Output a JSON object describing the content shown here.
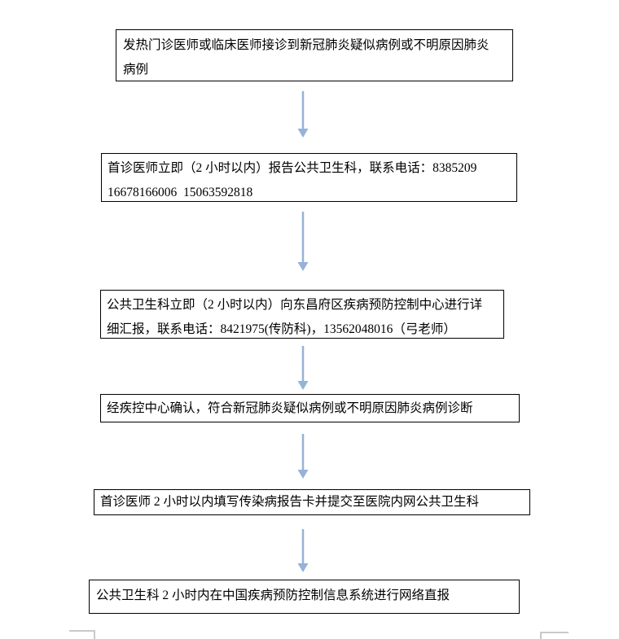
{
  "document": {
    "type": "flowchart",
    "title_hint": "新冠肺炎疑似病例报告流程",
    "colors": {
      "page_background": "#ffffff",
      "box_border": "#000000",
      "text": "#000000",
      "arrow": "#95b3d7",
      "margin_mark": "#c9c9c9"
    },
    "flow_steps": [
      {
        "lines": [
          "发热门诊医师或临床医师接诊到新冠肺炎疑似病例或不明原因肺炎",
          "病例"
        ]
      },
      {
        "lines": [
          "首诊医师立即（2 小时以内）报告公共卫生科，联系电话：8385209",
          "16678166006  15063592818"
        ]
      },
      {
        "lines": [
          "公共卫生科立即（2 小时以内）向东昌府区疾病预防控制中心进行详",
          "细汇报，联系电话：8421975(传防科)，13562048016（弓老师）"
        ]
      },
      {
        "lines": [
          "经疾控中心确认，符合新冠肺炎疑似病例或不明原因肺炎病例诊断"
        ]
      },
      {
        "lines": [
          "首诊医师 2 小时以内填写传染病报告卡并提交至医院内网公共卫生科"
        ]
      },
      {
        "lines": [
          "公共卫生科 2 小时内在中国疾病预防控制信息系统进行网络直报"
        ]
      }
    ],
    "connectors": [
      {
        "from": 1,
        "to": 2,
        "icon": "down-arrow"
      },
      {
        "from": 2,
        "to": 3,
        "icon": "down-arrow"
      },
      {
        "from": 3,
        "to": 4,
        "icon": "down-arrow"
      },
      {
        "from": 4,
        "to": 5,
        "icon": "down-arrow"
      },
      {
        "from": 5,
        "to": 6,
        "icon": "down-arrow"
      }
    ]
  }
}
